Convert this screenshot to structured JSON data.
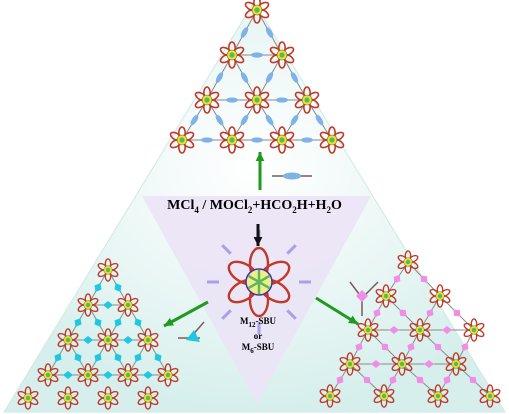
{
  "reaction": {
    "prefix": "MCl",
    "sub1": "4",
    "mid": " / MOCl",
    "sub2": "2",
    "mid2": "+HCO",
    "sub3": "2",
    "mid3": "H+H",
    "sub4": "2",
    "suffix": "O"
  },
  "sbu_label": {
    "line1_pre": "M",
    "line1_sub": "12",
    "line1_post": "-SBU",
    "line2": "or",
    "line3_pre": "M",
    "line3_sub": "6",
    "line3_post": "-SBU"
  },
  "colors": {
    "outer_triangle": "#dff4f2",
    "inner_triangle": "#ece6f6",
    "green_arrow": "#1f9a1f",
    "black_arrow": "#111111",
    "linker_blue": "#7fb2e8",
    "linker_cyan": "#1ec8e0",
    "linker_pink": "#f08ee6",
    "node_red": "#c0392b",
    "node_green": "#5cb85c",
    "node_yellow": "#e8e23a"
  }
}
